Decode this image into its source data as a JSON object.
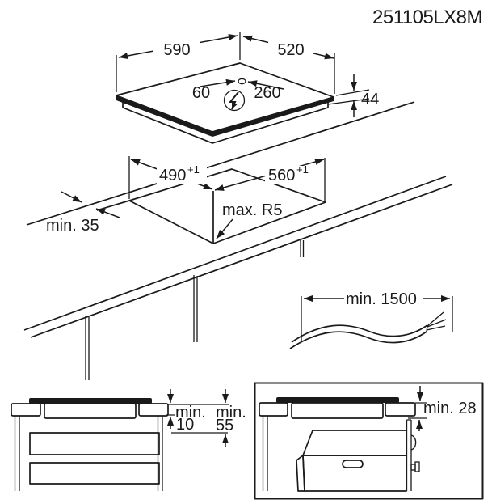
{
  "product_code": "251105LX8M",
  "hob_top_view": {
    "width": "590",
    "depth": "520",
    "cable_offset_left": "60",
    "cable_offset_right": "260",
    "height": "44",
    "electrical_icon": "lightning-bolt-in-circle"
  },
  "cutout_view": {
    "depth": "490",
    "depth_tolerance": "+1",
    "width": "560",
    "width_tolerance": "+1",
    "rear_clearance": "min. 35",
    "corner_radius": "max. R5"
  },
  "cable_detail": {
    "length": "min. 1500"
  },
  "drawer_section": {
    "clearance1_label": "min.",
    "clearance1_value": "10",
    "clearance2_label": "min.",
    "clearance2_value": "55"
  },
  "oven_section": {
    "clearance": "min. 28"
  },
  "colors": {
    "line": "#1a1a1a",
    "background": "#ffffff"
  }
}
